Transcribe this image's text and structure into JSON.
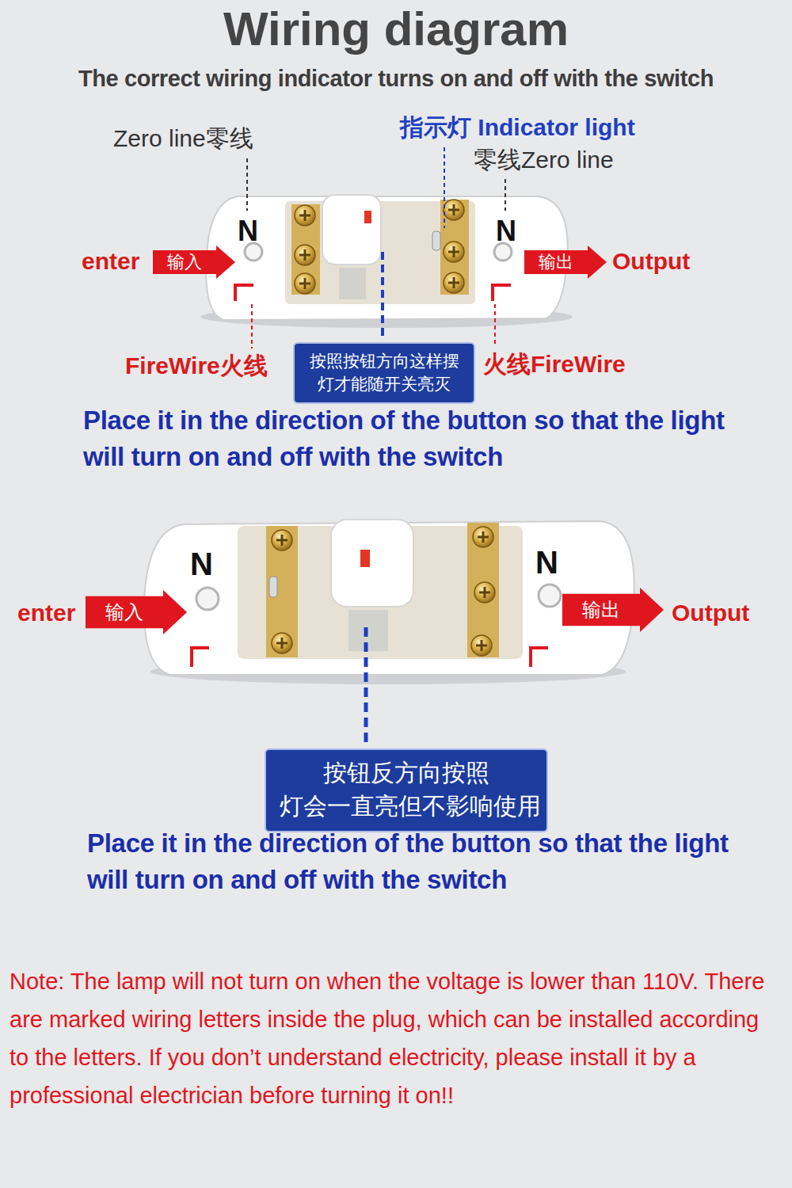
{
  "diagram": {
    "title": "Wiring diagram",
    "nodes": [
      {
        "text": [
          "输入"
        ]
      },
      {
        "text": [
          "输出"
        ]
      },
      {
        "text": [
          "按照按钮方向这样摆 灯才能随开关亮灭"
        ]
      },
      {
        "text": [
          "输入"
        ]
      },
      {
        "text": [
          "输出"
        ]
      },
      {
        "text": [
          "按钮反方向按照 灯会一直亮但不影响使用"
        ]
      }
    ],
    "labels": [
      "The correct wiring indicator turns on and off with the switch",
      "Zero line零线",
      "指示灯 Indicator light",
      "零线Zero line",
      "N",
      "N",
      "enter",
      "Output",
      "FireWire火线",
      "火线FireWire",
      "Place it in the direction of the button so that the light will turn on and off with the switch",
      "N",
      "N",
      "enter",
      "Output",
      "Place it in the direction of the button so that the light will turn on and off with the switch",
      "Note: The lamp will not turn on when the voltage is lower than 110V. There are marked wiring letters inside the plug, which can be installed according to the letters. If you don’t understand electricity, please install it by a professional electrician before turning it on!!"
    ]
  }
}
